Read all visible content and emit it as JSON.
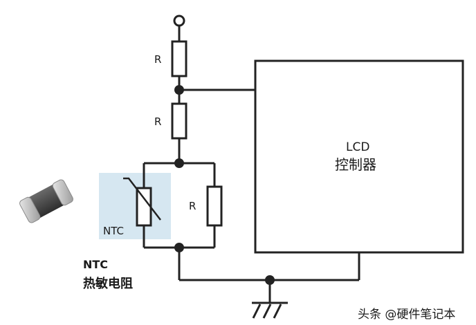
{
  "circuit": {
    "resistor_top_label": "R",
    "resistor_mid_label": "R",
    "resistor_parallel_label": "R",
    "ntc_box_label": "NTC",
    "lcd_title": "LCD",
    "lcd_subtitle": "控制器",
    "ntc_caption_line1": "NTC",
    "ntc_caption_line2": "热敏电阻"
  },
  "watermark": {
    "text": "头条 @硬件笔记本"
  },
  "colors": {
    "wire": "#222222",
    "ntc_highlight": "#cfe3ee",
    "background": "#ffffff"
  },
  "icons": {
    "ntc_component": "smd-thermistor-chip-icon",
    "ground": "ground-icon"
  }
}
